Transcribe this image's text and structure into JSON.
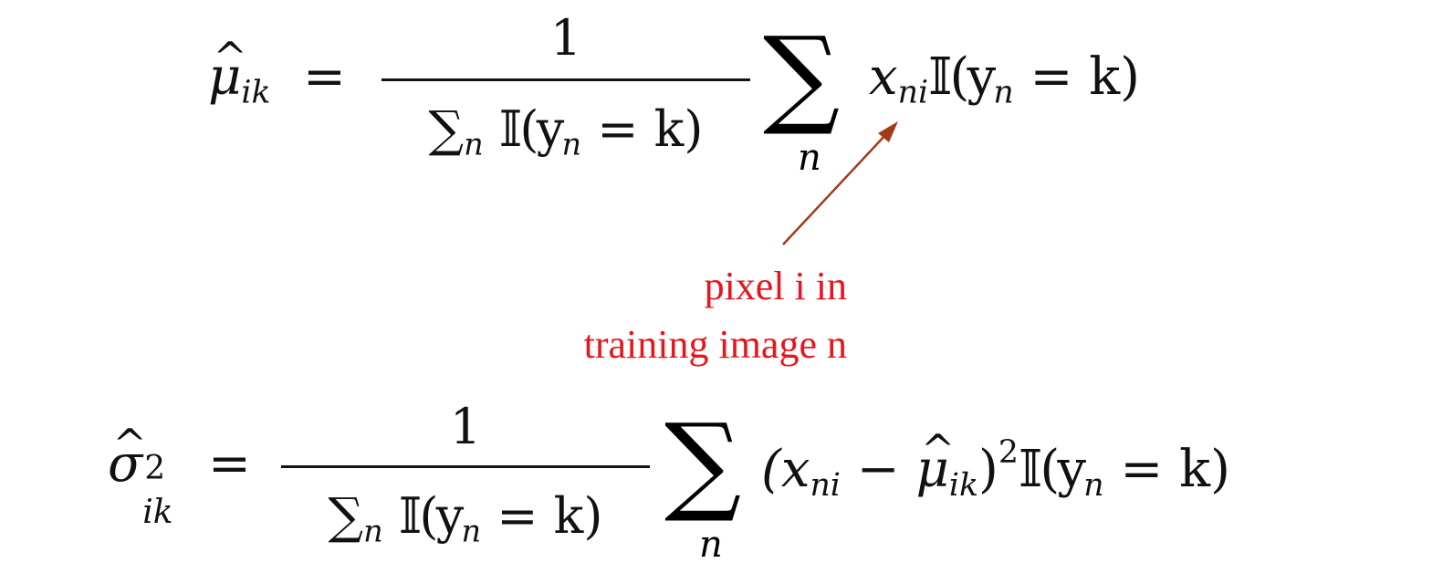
{
  "equation_mu": {
    "lhs_symbol": "μ",
    "lhs_sub": "ik",
    "equals": "=",
    "numerator": "1",
    "den_sum": "∑",
    "den_sub": "n",
    "den_rest": "𝕀(y",
    "den_y_sub": "n",
    "den_tail": " = k)",
    "sigma": "∑",
    "sigma_sub": "n",
    "x": "x",
    "x_sub": "ni",
    "indicator": "𝕀(y",
    "ind_sub": "n",
    "ind_tail": " = k)"
  },
  "annotation": {
    "line1": "pixel i in",
    "line2": "training image n",
    "color": "#e8151c",
    "arrow_color": "#a33a1a"
  },
  "equation_sigma": {
    "lhs_symbol": "σ",
    "lhs_sup": "2",
    "lhs_sub": "ik",
    "equals": "=",
    "numerator": "1",
    "den_sum": "∑",
    "den_sub": "n",
    "den_rest": "𝕀(y",
    "den_y_sub": "n",
    "den_tail": " = k)",
    "sigma": "∑",
    "sigma_sub": "n",
    "open": "(x",
    "x_sub": "ni",
    "minus": " − ",
    "mu": "μ",
    "mu_sub": "ik",
    "close": ")",
    "close_sup": "2",
    "indicator": "𝕀(y",
    "ind_sub": "n",
    "ind_tail": " = k)"
  }
}
